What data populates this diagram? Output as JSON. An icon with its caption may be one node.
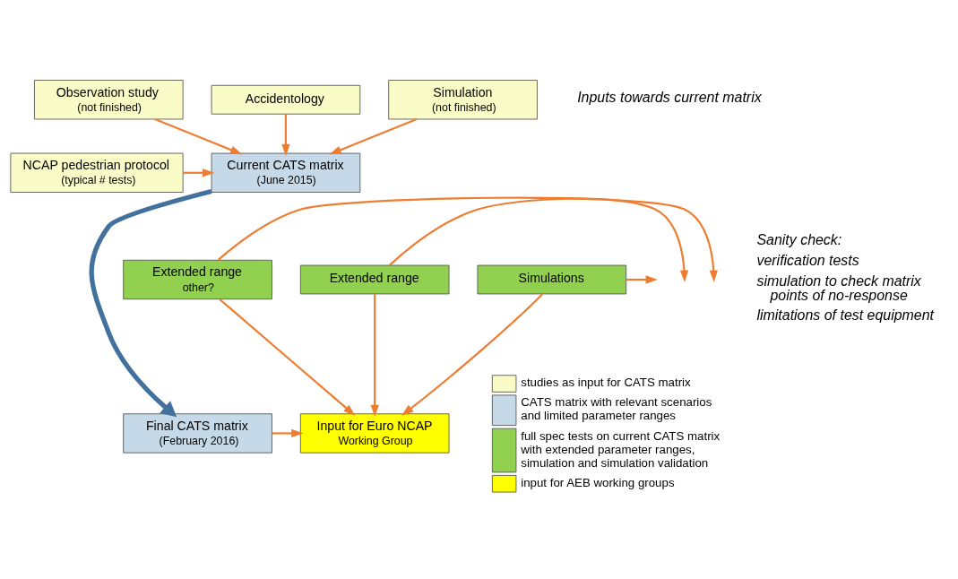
{
  "diagram": {
    "nodes": [
      {
        "text": [
          "Observation study",
          "(not finished)"
        ]
      },
      {
        "text": [
          "Accidentology"
        ]
      },
      {
        "text": [
          "Simulation",
          "(not finished)"
        ]
      },
      {
        "text": [
          "NCAP pedestrian protocol",
          "(typical # tests)"
        ]
      },
      {
        "text": [
          "Current CATS matrix",
          "(June 2015)"
        ]
      },
      {
        "text": [
          "Extended range"
        ]
      },
      {
        "text": [
          "Extended range",
          "other?"
        ]
      },
      {
        "text": [
          "Simulations"
        ]
      },
      {
        "text": [
          "Final CATS matrix",
          "(February 2016)"
        ]
      },
      {
        "text": [
          "Input for Euro NCAP",
          "Working Group"
        ]
      }
    ],
    "edges": [
      {
        "from": 0,
        "to": 4,
        "arrow": "to"
      },
      {
        "from": 1,
        "to": 4,
        "arrow": "to"
      },
      {
        "from": 2,
        "to": 4,
        "arrow": "to"
      },
      {
        "from": 3,
        "to": 4,
        "arrow": "to"
      },
      {
        "from": 4,
        "to": 8,
        "arrow": "to",
        "style": "thick",
        "color": "#41719c"
      },
      {
        "from": 5,
        "to": null,
        "arrow": "to"
      },
      {
        "from": 6,
        "to": null,
        "arrow": "to"
      },
      {
        "from": 7,
        "to": null,
        "arrow": "to"
      },
      {
        "from": 5,
        "to": 9,
        "arrow": "to"
      },
      {
        "from": 6,
        "to": 9,
        "arrow": "to"
      },
      {
        "from": 7,
        "to": 9,
        "arrow": "to"
      },
      {
        "from": 8,
        "to": 9,
        "arrow": "to"
      }
    ],
    "labels": [
      "Inputs towards current matrix",
      "Sanity check:",
      "verification tests",
      "simulation to check matrix points of no-response",
      "limitations of test equipment"
    ],
    "legend": [
      {
        "text": "studies as input for CATS matrix",
        "color": "#fafcc8"
      },
      {
        "text": "CATS matrix with relevant scenarios and limited parameter ranges",
        "color": "#c5d9e8"
      },
      {
        "text": "full spec tests on current CATS matrix with extended parameter ranges, simulation and simulation validation",
        "color": "#92d050"
      },
      {
        "text": "input for AEB working groups",
        "color": "#ffff00"
      }
    ]
  }
}
